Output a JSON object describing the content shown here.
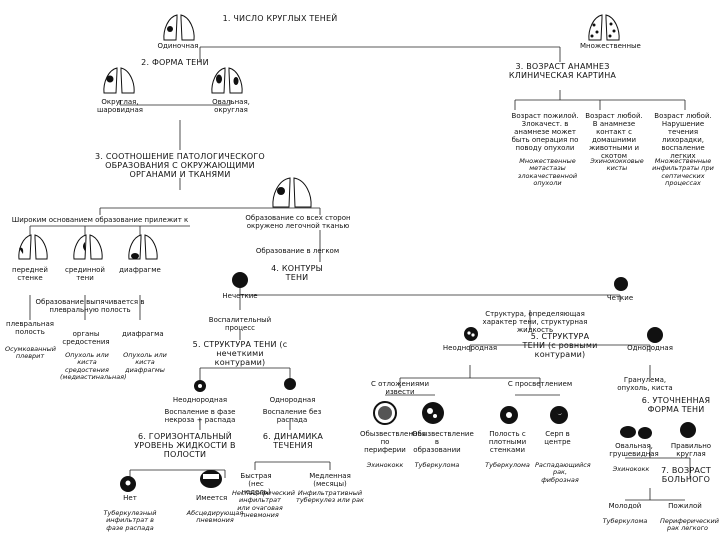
{
  "title": "1. ЧИСЛО КРУГЛЫХ ТЕНЕЙ",
  "single": "Одиночная",
  "multiple": "Множественные",
  "form": {
    "heading": "2. ФОРМА ТЕНИ",
    "round_label": "Округлая, шаровидная",
    "oval_label": "Овальная, округлая"
  },
  "anamnesis": {
    "heading": "3. ВОЗРАСТ АНАМНЕЗ КЛИНИЧЕСКАЯ КАРТИНА",
    "col1": "Возраст пожилой. Злокачест. в анамнезе может быть операция по поводу опухоли",
    "col2": "Возраст любой. В анамнезе контакт с домашними животными и скотом",
    "col3": "Возраст любой. Нарушение течения лихорадки, воспаление легких",
    "res1": "Множественные метастазы злокачественной опухоли",
    "res2": "Эхинококковые кисты",
    "res3": "Множественные инфильтраты при септических процессах"
  },
  "relation": {
    "heading": "3. СООТНОШЕНИЕ ПАТОЛОГИЧЕСКОГО ОБРАЗОВАНИЯ С ОКРУЖАЮЩИМИ ОРГАНАМИ И ТКАНЯМИ",
    "left_branch": "Широким основанием образование прилежит к",
    "right_branch": "Образование со всех сторон окружено легочной тканью",
    "right_sub": "Образование в легком",
    "col_a": "передней стенке",
    "col_b": "срединной тени",
    "col_c": "диафрагме",
    "note": "Образование выпячивается в плевральную полость",
    "res_a": "плевральная полость",
    "res_a2": "Осумкованный плеврит",
    "res_b": "органы средостения",
    "res_b2": "Опухоль или киста средостения (медиастинальная)",
    "res_c": "диафрагма",
    "res_c2": "Опухоль или киста диафрагмы"
  },
  "contours": {
    "heading": "4. КОНТУРЫ ТЕНИ",
    "unclear": "Нечеткие",
    "clear": "Четкие"
  },
  "structure_left": {
    "pre": "Воспалительный процесс",
    "heading": "5. СТРУКТУРА ТЕНИ (с нечеткими контурами)",
    "hetero": "Неоднородная",
    "homo": "Однородная",
    "hetero_desc": "Воспаление в фазе некроза + распада",
    "homo_desc": "Воспаление без распада",
    "level_heading": "6. ГОРИЗОНТАЛЬНЫЙ УРОВЕНЬ ЖИДКОСТИ В ПОЛОСТИ",
    "dyn_heading": "6. ДИНАМИКА ТЕЧЕНИЯ",
    "no": "Нет",
    "yes": "Имеется",
    "fast": "Быстрая (нес недель)",
    "slow": "Медленная (месяцы)",
    "res_no": "Туберкулезный инфильтрат в фазе распада",
    "res_yes": "Абсцедирующая пневмония",
    "res_fast": "Неспецифический инфильтрат или очаговая пневмония",
    "res_slow": "Инфильтративный туберкулез или рак"
  },
  "structure_right": {
    "pre": "Структура, определяющая характер тени, структурная жидкость",
    "heading": "5. СТРУКТУРА ТЕНИ (с ровными контурами)",
    "hetero": "Неоднородная",
    "homo": "Однородная",
    "calc": "С отложениями извести",
    "clear_zone": "С просветлением",
    "c1": "Обызвествленная по периферии",
    "c2": "Обызвествление в образовании",
    "c3": "Полость с плотными стенками",
    "c4": "Серп в центре",
    "r1": "Эхинококк",
    "r2": "Туберкулома",
    "r3": "Туберкулома",
    "r4": "Распадающийся рак, фиброзная",
    "form_pre": "Гранулема, опухоль, киста",
    "form_heading": "6. УТОЧНЕННАЯ ФОРМА ТЕНИ",
    "oval": "Овальная, грушевидная",
    "round": "Правильно круглая",
    "r_oval": "Эхинококк",
    "age_heading": "7. ВОЗРАСТ БОЛЬНОГО",
    "young": "Молодой",
    "old": "Пожилой",
    "r_young": "Туберкулома",
    "r_old": "Периферический рак легкого"
  }
}
